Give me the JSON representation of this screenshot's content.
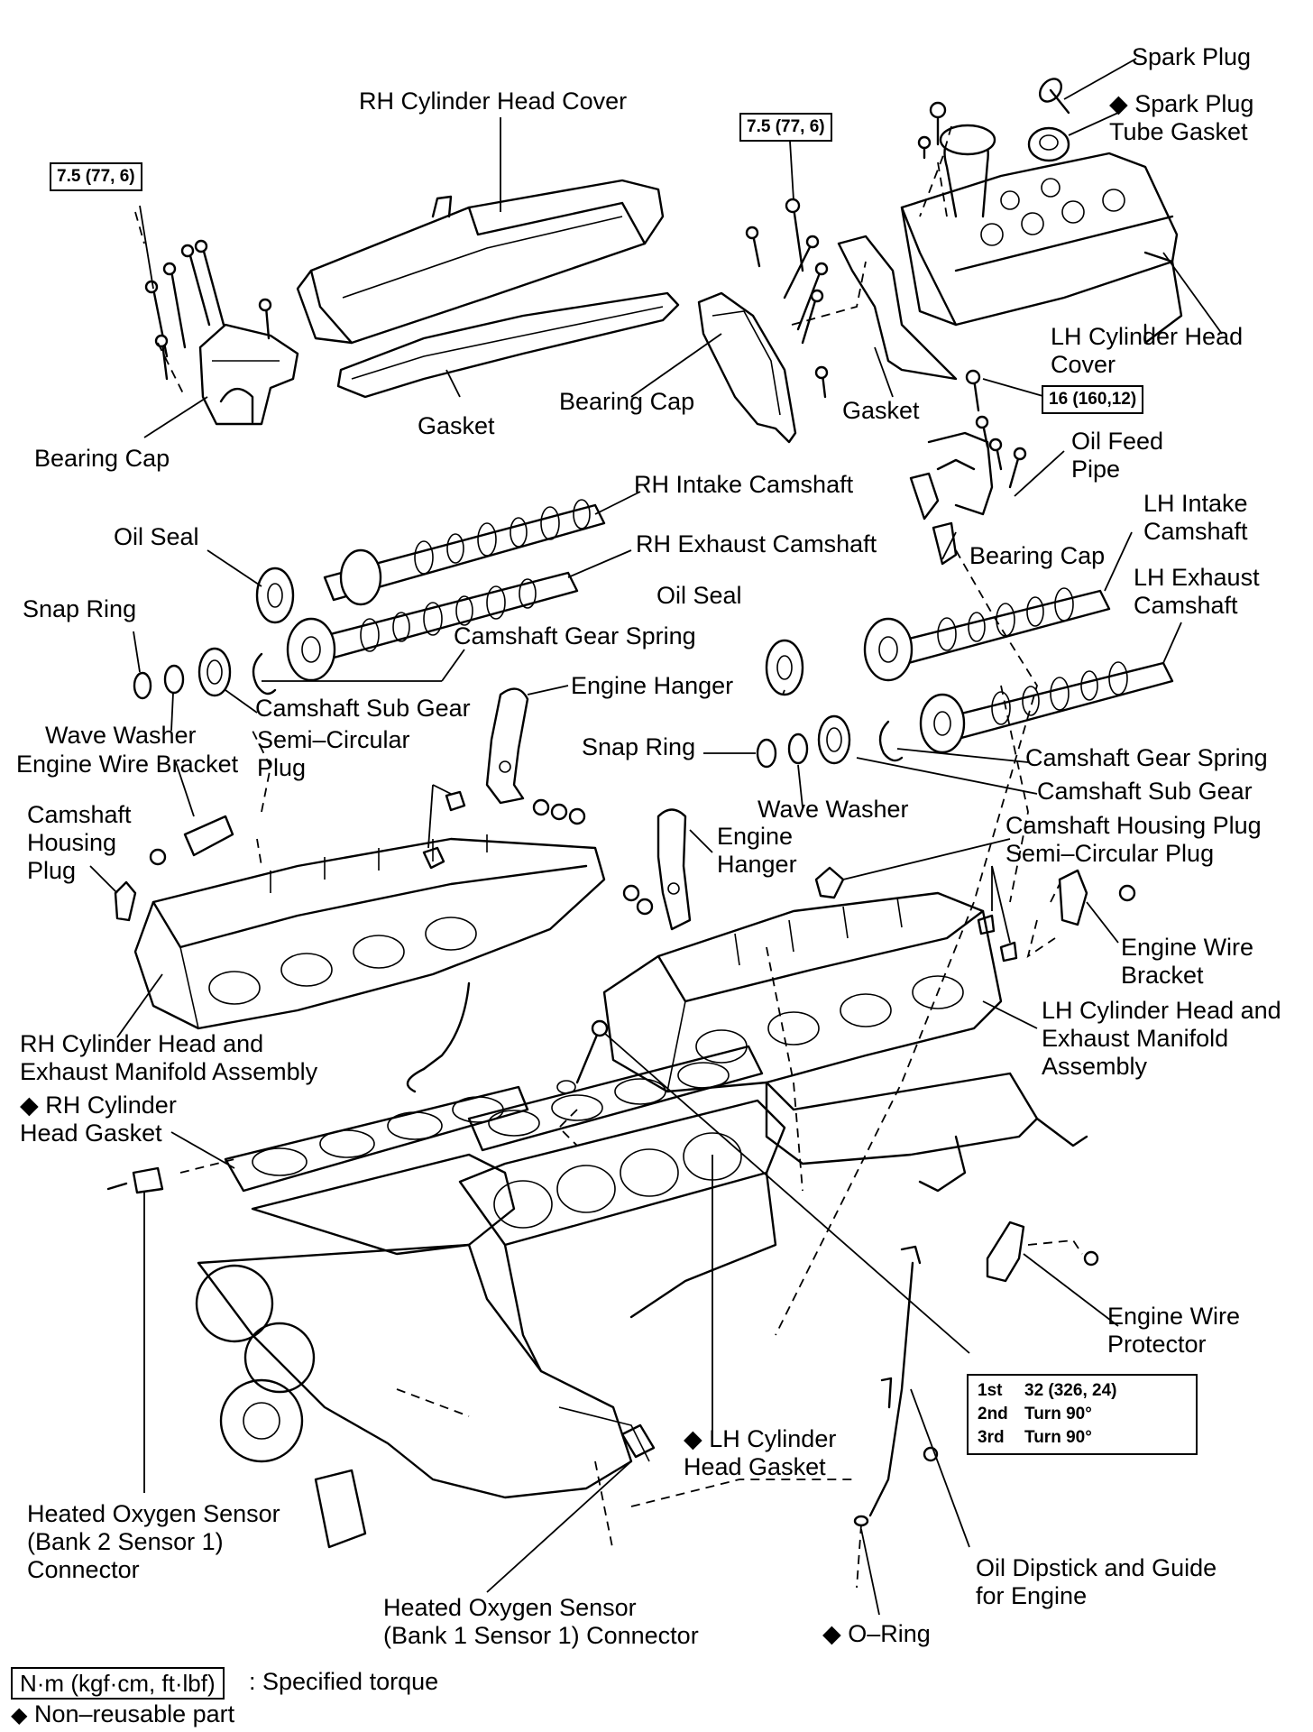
{
  "labels": {
    "spark_plug": "Spark Plug",
    "spark_plug_tube_gasket_1": "Spark Plug",
    "spark_plug_tube_gasket_2": "Tube Gasket",
    "rh_cylinder_head_cover": "RH Cylinder Head Cover",
    "lh_cylinder_head_cover_1": "LH Cylinder Head",
    "lh_cylinder_head_cover_2": "Cover",
    "bearing_cap_left": "Bearing Cap",
    "bearing_cap_center": "Bearing Cap",
    "bearing_cap_right": "Bearing Cap",
    "gasket_rh": "Gasket",
    "gasket_lh": "Gasket",
    "oil_feed_pipe_1": "Oil Feed",
    "oil_feed_pipe_2": "Pipe",
    "rh_intake_camshaft": "RH Intake Camshaft",
    "rh_exhaust_camshaft": "RH Exhaust Camshaft",
    "lh_intake_camshaft_1": "LH Intake",
    "lh_intake_camshaft_2": "Camshaft",
    "lh_exhaust_camshaft_1": "LH Exhaust",
    "lh_exhaust_camshaft_2": "Camshaft",
    "oil_seal_left": "Oil Seal",
    "oil_seal_center": "Oil Seal",
    "snap_ring_left": "Snap Ring",
    "snap_ring_right": "Snap Ring",
    "camshaft_gear_spring_left": "Camshaft Gear Spring",
    "camshaft_gear_spring_right": "Camshaft Gear Spring",
    "camshaft_sub_gear_left": "Camshaft Sub Gear",
    "camshaft_sub_gear_right": "Camshaft Sub Gear",
    "wave_washer_left": "Wave Washer",
    "wave_washer_right": "Wave Washer",
    "engine_wire_bracket_left": "Engine Wire Bracket",
    "semi_circular_plug_left_1": "Semi–Circular",
    "semi_circular_plug_left_2": "Plug",
    "engine_hanger_top": "Engine Hanger",
    "engine_hanger_mid_1": "Engine",
    "engine_hanger_mid_2": "Hanger",
    "camshaft_housing_plug_left_1": "Camshaft",
    "camshaft_housing_plug_left_2": "Housing",
    "camshaft_housing_plug_left_3": "Plug",
    "camshaft_housing_plug_right": "Camshaft Housing Plug",
    "semi_circular_plug_right": "Semi–Circular Plug",
    "engine_wire_bracket_right_1": "Engine Wire",
    "engine_wire_bracket_right_2": "Bracket",
    "rh_head_assembly_1": "RH Cylinder Head and",
    "rh_head_assembly_2": "Exhaust Manifold Assembly",
    "lh_head_assembly_1": "LH Cylinder Head and",
    "lh_head_assembly_2": "Exhaust Manifold",
    "lh_head_assembly_3": "Assembly",
    "rh_head_gasket_1": "RH Cylinder",
    "rh_head_gasket_2": "Head Gasket",
    "lh_head_gasket_1": "LH Cylinder",
    "lh_head_gasket_2": "Head Gasket",
    "engine_wire_protector_1": "Engine Wire",
    "engine_wire_protector_2": "Protector",
    "ho2_bank2_1": "Heated Oxygen Sensor",
    "ho2_bank2_2": "(Bank 2 Sensor 1)",
    "ho2_bank2_3": "Connector",
    "ho2_bank1_1": "Heated Oxygen Sensor",
    "ho2_bank1_2": "(Bank 1 Sensor 1) Connector",
    "oil_dipstick_1": "Oil Dipstick and Guide",
    "oil_dipstick_2": "for Engine",
    "o_ring": "O–Ring"
  },
  "symbols": {
    "non_reusable": "◆"
  },
  "torque": {
    "left_cap": "7.5 (77, 6)",
    "center_cap": "7.5 (77, 6)",
    "oil_feed": "16 (160,12)",
    "head_bolt": [
      {
        "step": "1st",
        "value": "32 (326, 24)"
      },
      {
        "step": "2nd",
        "value": "Turn 90°"
      },
      {
        "step": "3rd",
        "value": "Turn 90°"
      }
    ]
  },
  "legend": {
    "unit_box": "N·m (kgf·cm, ft·lbf)",
    "unit_desc": ": Specified torque",
    "non_reusable": "Non–reusable part"
  }
}
